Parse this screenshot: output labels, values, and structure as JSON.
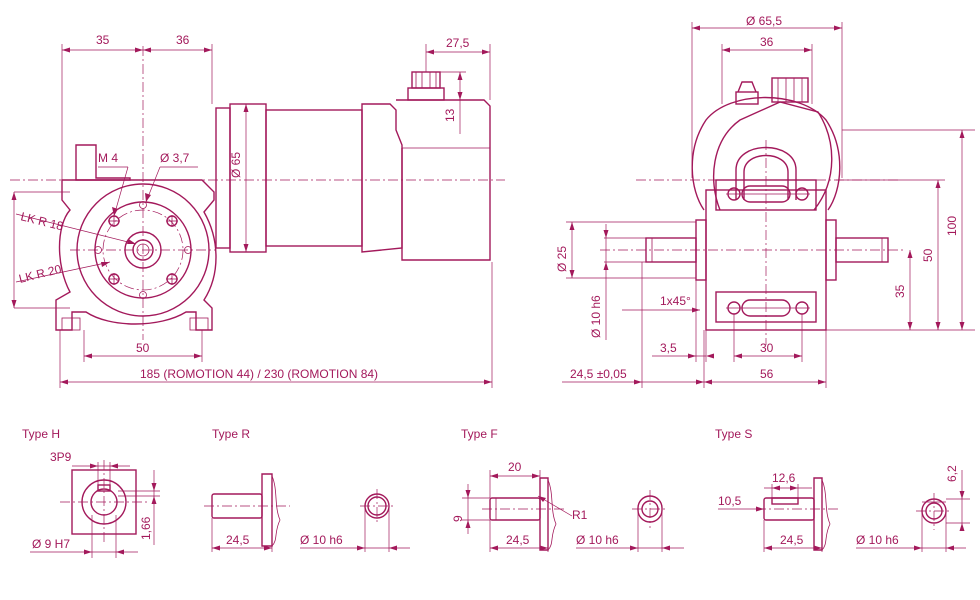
{
  "colors": {
    "line": "#a3195b",
    "background": "#ffffff"
  },
  "front_view": {
    "dim_35": "35",
    "dim_36": "36",
    "dim_27_5": "27,5",
    "dim_13": "13",
    "dim_m4": "M 4",
    "dim_d3_7": "Ø 3,7",
    "dim_d65": "Ø 65",
    "dim_lkr18": "LK R 18",
    "dim_lkr20": "LK R 20",
    "dim_50": "50",
    "dim_total": "185 (ROMOTION 44) /  230 (ROMOTION 84)"
  },
  "side_view": {
    "dim_d65_5": "Ø 65,5",
    "dim_36": "36",
    "dim_d25": "Ø 25",
    "dim_d10h6": "Ø 10 h6",
    "dim_chamfer": "1x45°",
    "dim_3_5": "3,5",
    "dim_30": "30",
    "dim_24_5": "24,5 ±0,05",
    "dim_56": "56",
    "dim_100": "100",
    "dim_50": "50",
    "dim_35": "35"
  },
  "types": [
    {
      "title": "Type H",
      "dim_a": "3P9",
      "dim_b": "Ø 9 H7",
      "dim_c": "1,66"
    },
    {
      "title": "Type R",
      "dim_a": "24,5",
      "dim_b": "Ø 10 h6"
    },
    {
      "title": "Type F",
      "dim_a": "20",
      "dim_b": "9",
      "dim_c": "R1",
      "dim_d": "24,5",
      "dim_e": "Ø 10 h6"
    },
    {
      "title": "Type S",
      "dim_a": "12,6",
      "dim_b": "10,5",
      "dim_c": "24,5",
      "dim_d": "Ø 10 h6",
      "dim_e": "6,2"
    }
  ]
}
